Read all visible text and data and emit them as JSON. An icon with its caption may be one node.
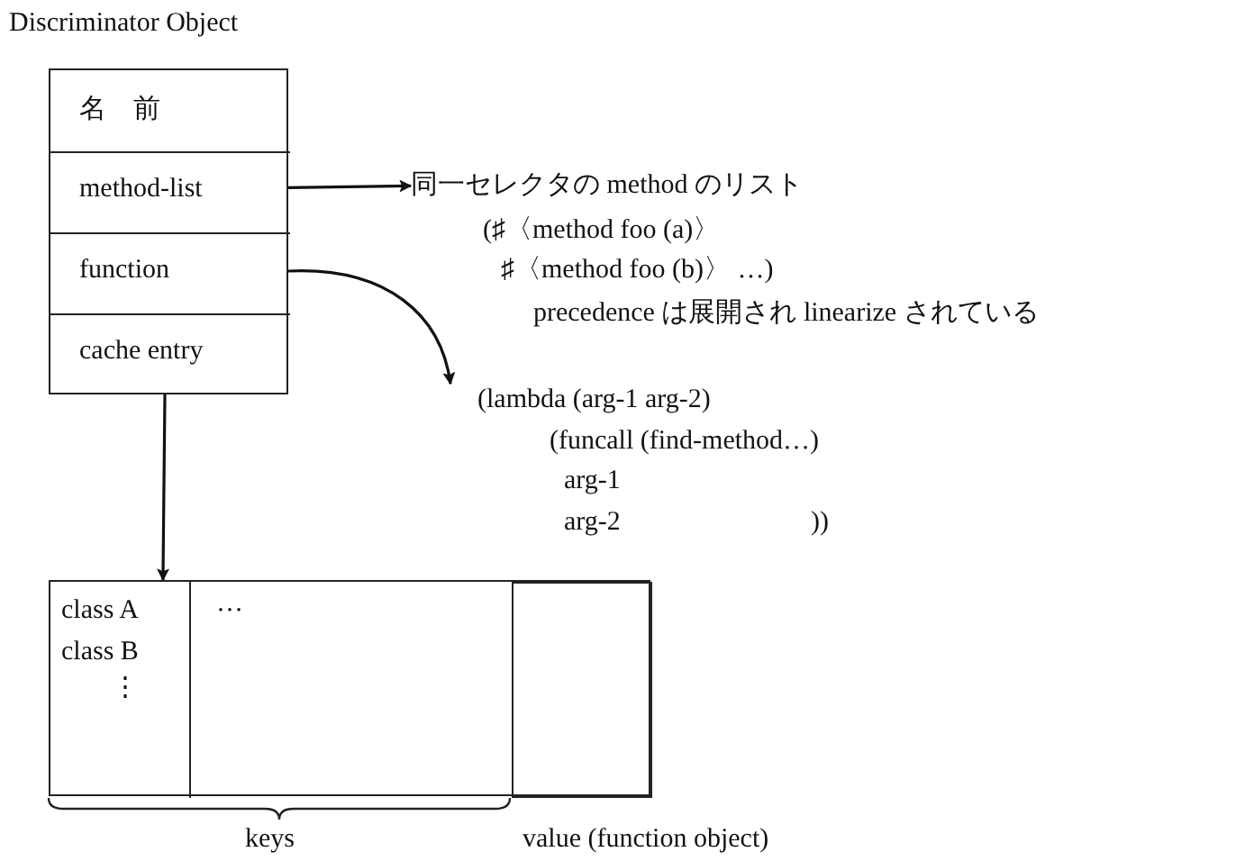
{
  "diagram": {
    "nodes": [
      {
        "text": [
          "Discriminator Object"
        ]
      },
      {
        "text": [
          "名　前"
        ],
        "in": 0
      },
      {
        "text": [
          "method-list"
        ],
        "in": 0
      },
      {
        "text": [
          "function"
        ],
        "in": 0
      },
      {
        "text": [
          "cache entry"
        ],
        "in": 0
      },
      {
        "text": [
          "同一セレクタの method のリスト",
          "(♯〈method foo (a)〉",
          "♯〈method foo (b)〉 …)",
          "precedence は展開され linearize されている"
        ]
      },
      {
        "text": [
          "(lambda (arg-1 arg-2)",
          "(funcall (find-method…)",
          "arg-1",
          "arg-2",
          "))"
        ]
      },
      {
        "text": [],
        "shape": "box"
      },
      {
        "text": [
          "class A",
          "class B",
          "⋮"
        ],
        "in": 7
      },
      {
        "text": [
          "…"
        ],
        "in": 7
      },
      {
        "text": [],
        "shape": "box",
        "in": 7
      }
    ],
    "edges": [
      {
        "from": 2,
        "to": 5,
        "arrow": "to"
      },
      {
        "from": 3,
        "to": 6,
        "arrow": "to"
      },
      {
        "from": 4,
        "to": 7,
        "arrow": "to"
      }
    ],
    "labels": [
      "keys",
      "value (function object)"
    ]
  }
}
